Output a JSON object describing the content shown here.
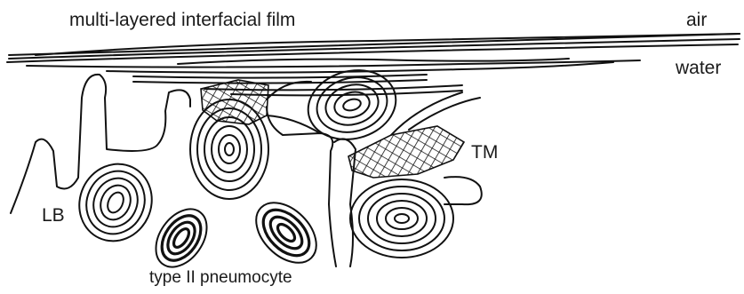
{
  "labels": {
    "film": "multi-layered interfacial film",
    "air": "air",
    "water": "water",
    "tubular_myelin": "TM",
    "lamellar_body": "LB",
    "cell": "type II pneumocyte"
  }
}
